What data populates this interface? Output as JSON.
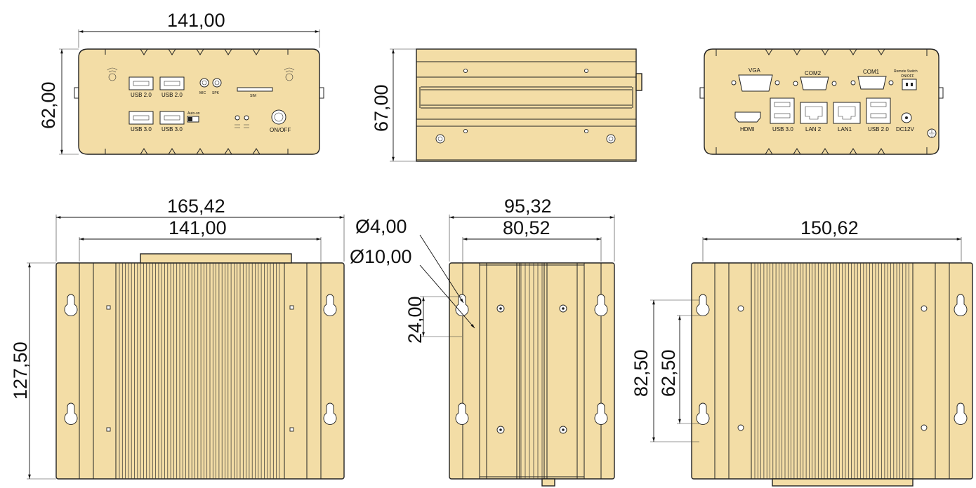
{
  "dimensions": {
    "front_width": "141,00",
    "front_height": "62,00",
    "side_height": "67,00",
    "top_outer_width": "165,42",
    "top_inner_width": "141,00",
    "top_depth": "127,50",
    "hole_small_dia": "Ø4,00",
    "hole_large_dia": "Ø10,00",
    "mid_outer_width": "95,32",
    "mid_inner_width": "80,52",
    "mid_slot_spacing": "24,00",
    "right_width": "150,62",
    "right_outer_spacing": "82,50",
    "right_inner_spacing": "62,50"
  },
  "front_panel": {
    "usb20_a": "USB 2.0",
    "usb20_b": "USB 2.0",
    "mic": "MIC",
    "spk": "SPK",
    "sim": "SIM",
    "usb30_a": "USB 3.0",
    "usb30_b": "USB 3.0",
    "auto_on": "Auto-on",
    "power": "ON/OFF"
  },
  "rear_panel": {
    "vga": "VGA",
    "com2": "COM2",
    "com1": "COM1",
    "remote_switch": "Remote Switch",
    "on_off": "ON/OFF",
    "hdmi": "HDMI",
    "usb30": "USB 3.0",
    "lan2": "LAN 2",
    "lan1": "LAN1",
    "usb20": "USB 2.0",
    "dc": "DC12V"
  },
  "colors": {
    "body": "#f3dda6",
    "line": "#222222"
  }
}
